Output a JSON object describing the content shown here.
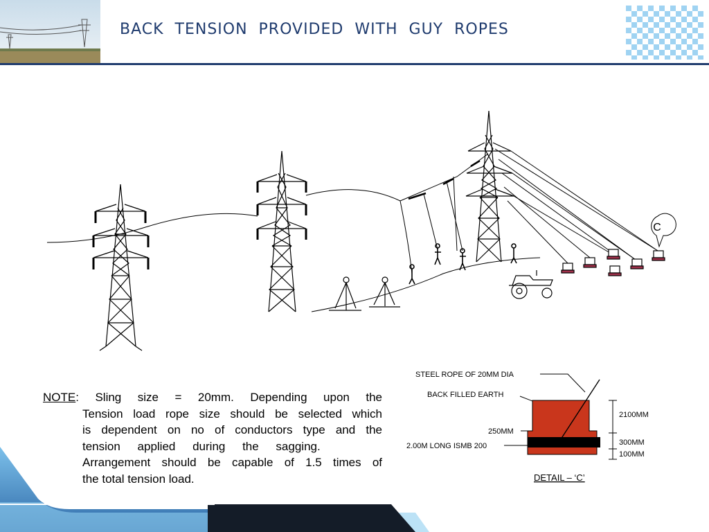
{
  "title": "BACK  TENSION  PROVIDED  WITH  GUY  ROPES",
  "colors": {
    "title": "#1f3b6e",
    "accent_blue": "#6ab0e0",
    "checker_blue": "#9fd3f2",
    "anchor_fill": "#c9361c",
    "footer_dark": "#141c28"
  },
  "diagram": {
    "callout_label": "C"
  },
  "note": {
    "label": "NOTE",
    "lines": [
      ": Sling size = 20mm. Depending upon the",
      "Tension load rope size should be selected which",
      "is dependent on no of conductors type and the",
      "tension applied during the sagging.",
      "Arrangement should be capable of 1.5 times of",
      "the total tension load."
    ]
  },
  "detail": {
    "label_steel_rope": "STEEL ROPE OF 20MM DIA",
    "label_back_filled": "BACK FILLED EARTH",
    "label_250": "250MM",
    "label_ismb": "2.00M  LONG ISMB 200",
    "dim_2100": "2100MM",
    "dim_300": "300MM",
    "dim_100": "100MM",
    "caption": "DETAIL – ‘C’"
  }
}
